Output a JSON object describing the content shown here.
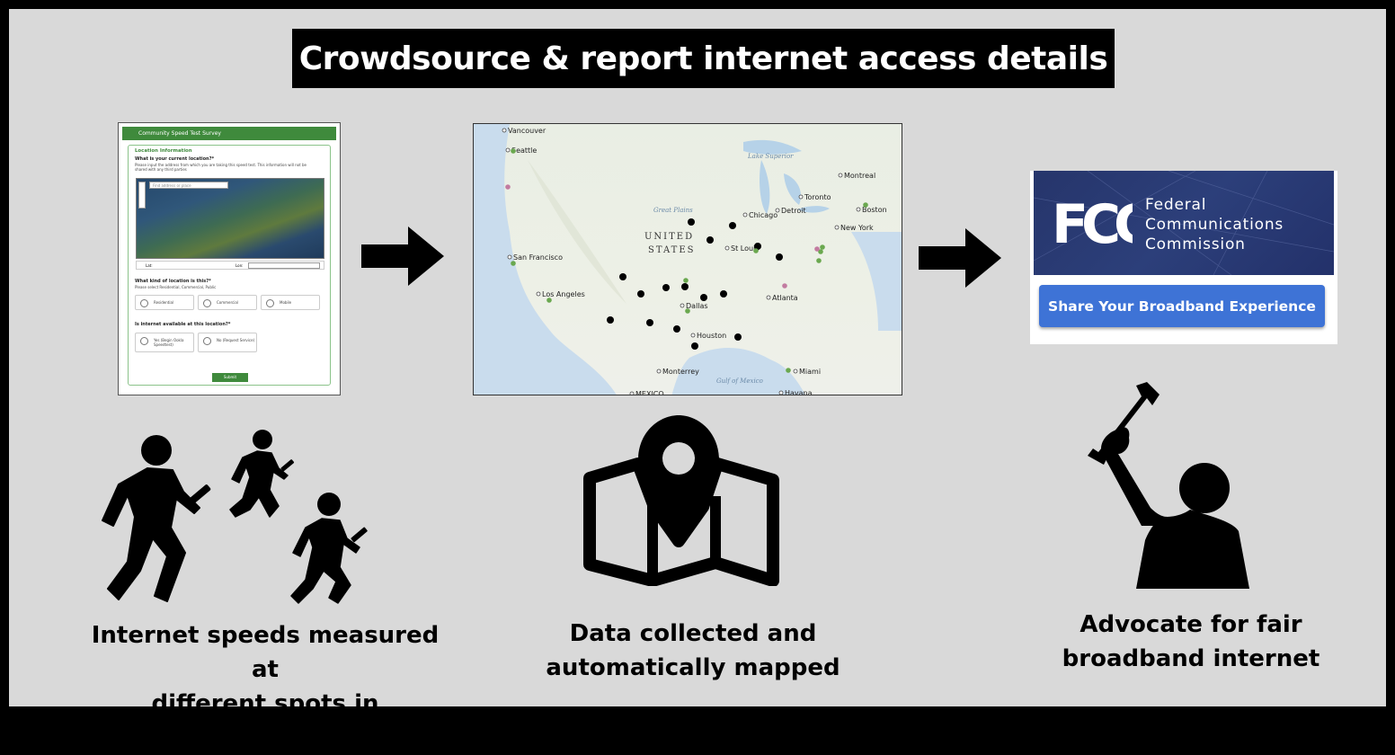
{
  "title": "Crowdsource & report internet access details",
  "steps": [
    {
      "caption_line1": "Internet speeds measured at",
      "caption_line2": "different spots in community"
    },
    {
      "caption_line1": "Data collected and",
      "caption_line2": "automatically mapped"
    },
    {
      "caption_line1": "Advocate for fair",
      "caption_line2": "broadband internet"
    }
  ],
  "survey": {
    "header": "Community Speed Test Survey",
    "section": "Location Information",
    "q1": "What is your current location?*",
    "q1_help": "Please input the address from which you are taking this speed test. This information will not be shared with any third parties",
    "search_placeholder": "Find address or place",
    "lat_label": "Lat:",
    "lon_label": "Lon:",
    "q2": "What kind of location is this?*",
    "q2_help": "Please select Residential, Commercial, Public",
    "q2_options": [
      "Residential",
      "Commercial",
      "Mobile"
    ],
    "q3": "Is internet available at this location?*",
    "q3_options": [
      "Yes (Begin Ookla Speedtest)",
      "No (Request Service)"
    ],
    "submit": "Submit"
  },
  "map": {
    "country_line1": "UNITED",
    "country_line2": "STATES",
    "region": "Great Plains",
    "lake": "Lake Superior",
    "gulf": "Gulf of Mexico",
    "cities": [
      "Vancouver",
      "Seattle",
      "San Francisco",
      "Los Angeles",
      "Chicago",
      "Detroit",
      "Toronto",
      "Montreal",
      "Boston",
      "New York",
      "St Louis",
      "Atlanta",
      "Dallas",
      "Houston",
      "Monterrey",
      "Miami",
      "Havana",
      "MEXICO"
    ]
  },
  "fcc": {
    "logo_text": "FCC",
    "name_line1": "Federal",
    "name_line2": "Communications",
    "name_line3": "Commission",
    "button": "Share Your Broadband Experience"
  }
}
